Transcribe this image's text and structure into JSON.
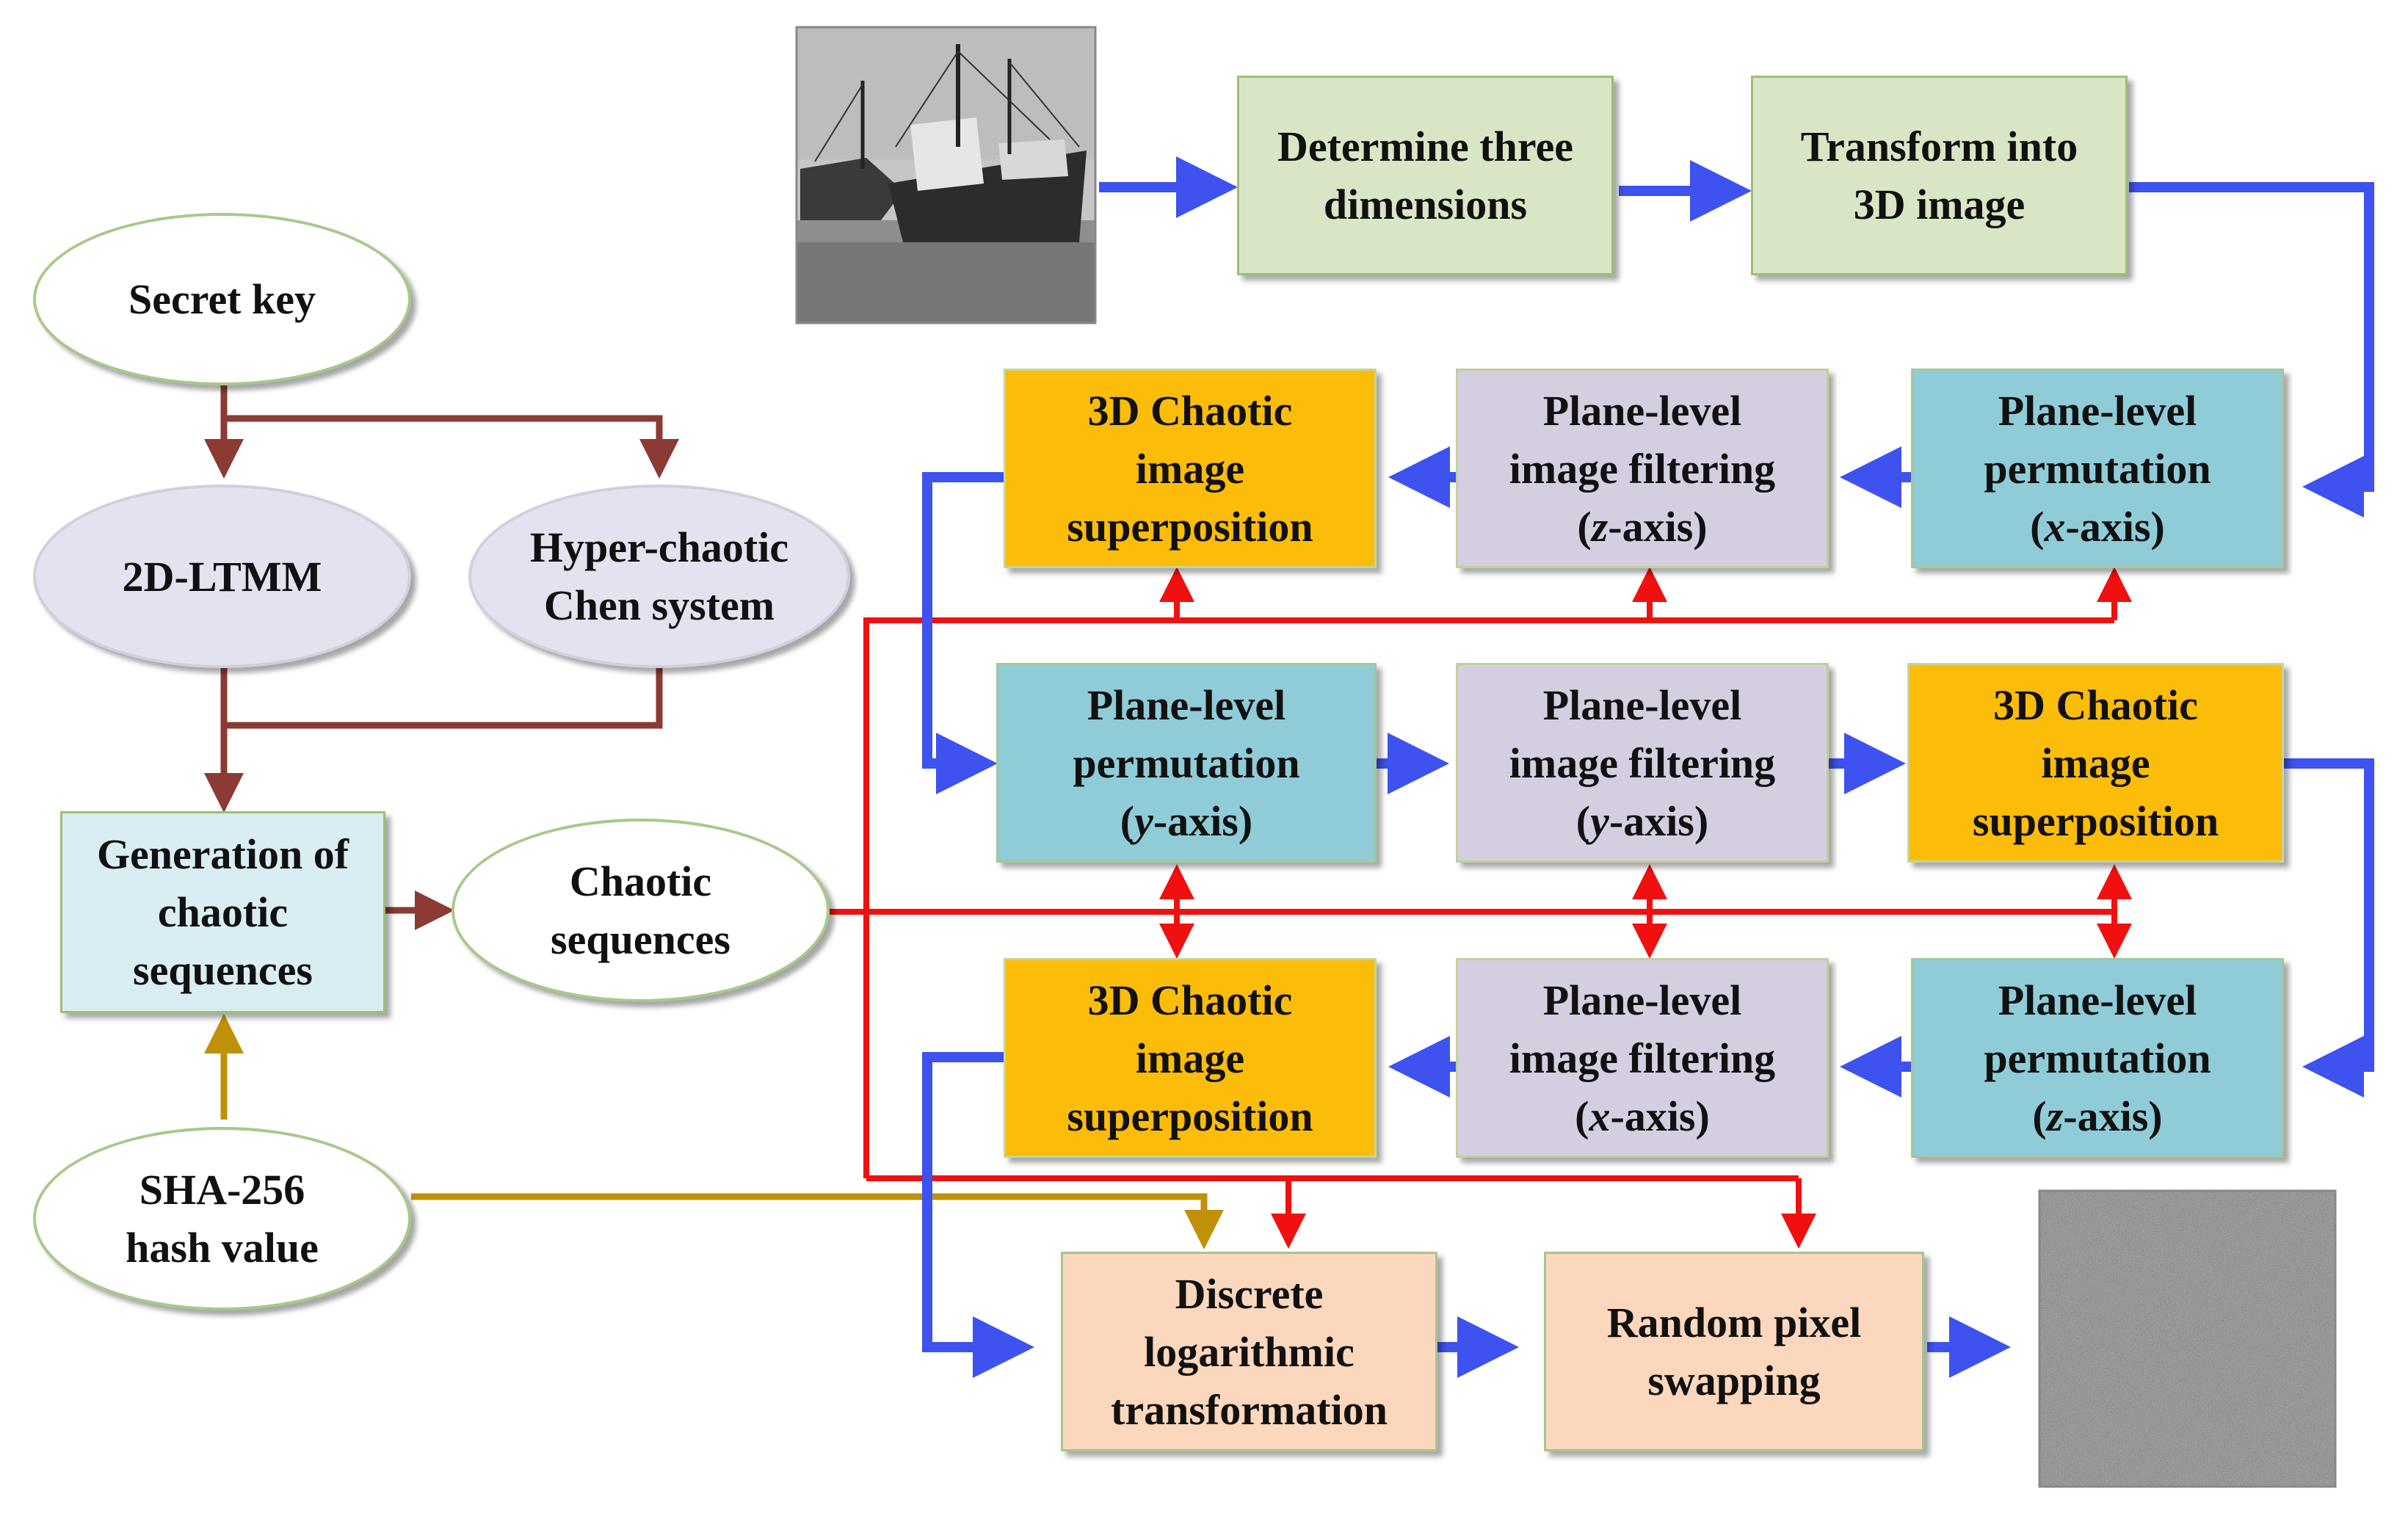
{
  "nodes": {
    "secret_key": "Secret key",
    "ltmm": "2D-LTMM",
    "chen": [
      "Hyper-chaotic",
      "Chen system"
    ],
    "generation": [
      "Generation of",
      "chaotic",
      "sequences"
    ],
    "chaotic_seq": [
      "Chaotic",
      "sequences"
    ],
    "sha": [
      "SHA-256",
      "hash value"
    ],
    "determine": [
      "Determine three",
      "dimensions"
    ],
    "transform": [
      "Transform into",
      "3D image"
    ],
    "perm_x": [
      "Plane-level",
      "permutation",
      "(x-axis)"
    ],
    "filter_z": [
      "Plane-level",
      "image filtering",
      "(z-axis)"
    ],
    "super_1": [
      "3D Chaotic",
      "image",
      "superposition"
    ],
    "perm_y": [
      "Plane-level",
      "permutation",
      "(y-axis)"
    ],
    "filter_y": [
      "Plane-level",
      "image filtering",
      "(y-axis)"
    ],
    "super_2": [
      "3D Chaotic",
      "image",
      "superposition"
    ],
    "perm_z": [
      "Plane-level",
      "permutation",
      "(z-axis)"
    ],
    "filter_x": [
      "Plane-level",
      "image filtering",
      "(x-axis)"
    ],
    "super_3": [
      "3D Chaotic",
      "image",
      "superposition"
    ],
    "dlt": [
      "Discrete",
      "logarithmic",
      "transformation"
    ],
    "swap": [
      "Random pixel",
      "swapping"
    ]
  },
  "colors": {
    "key_flow": "#8b3a34",
    "hash_flow": "#c09008",
    "process_flow": "#3d52ef",
    "sequence_flow": "#f01010"
  }
}
